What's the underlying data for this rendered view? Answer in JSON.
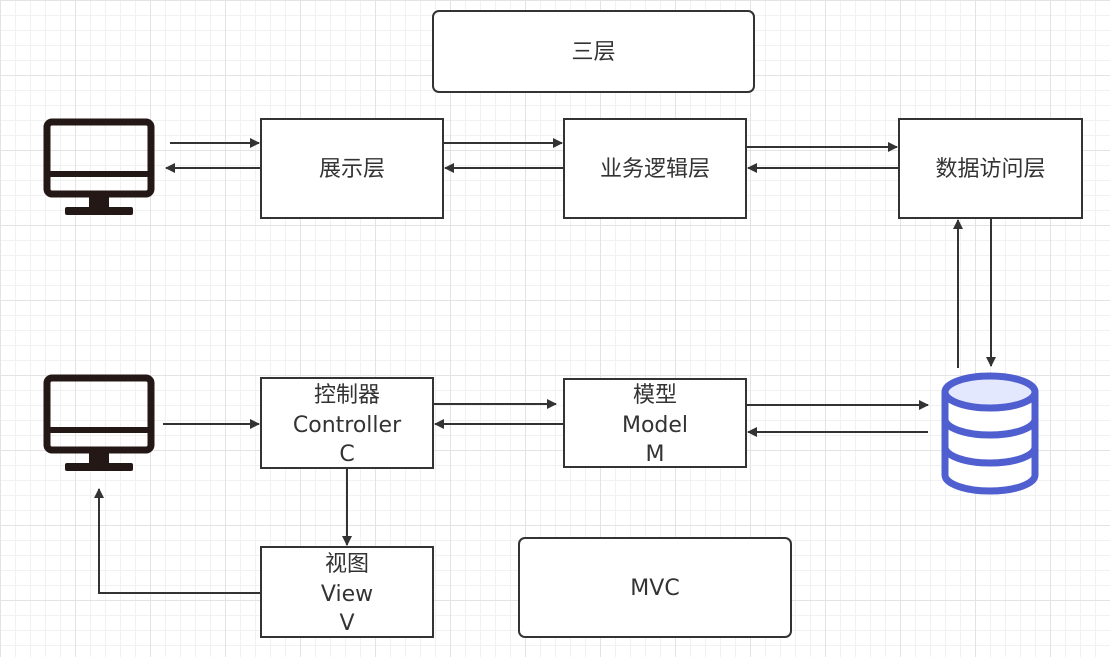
{
  "three_tier": {
    "title": "三层",
    "presentation": "展示层",
    "business": "业务逻辑层",
    "data_access": "数据访问层"
  },
  "mvc": {
    "title": "MVC",
    "controller": {
      "cn": "控制器",
      "en": "Controller",
      "abbr": "C"
    },
    "model": {
      "cn": "模型",
      "en": "Model",
      "abbr": "M"
    },
    "view": {
      "cn": "视图",
      "en": "View",
      "abbr": "V"
    }
  },
  "icons": {
    "client_top": "monitor-icon",
    "client_bottom": "monitor-icon",
    "storage": "database-icon"
  },
  "colors": {
    "stroke": "#333333",
    "monitor": "#231815",
    "database_stroke": "#4f5fd0",
    "database_fill": "#e3e8ff"
  }
}
